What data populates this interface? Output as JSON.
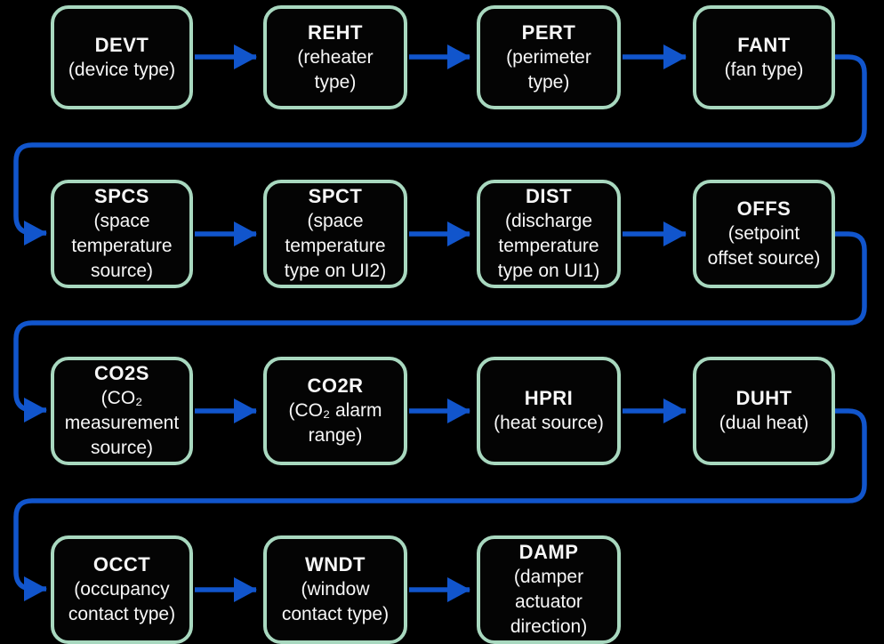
{
  "diagram": {
    "title": "parameter configuration sequence flowchart",
    "background_color": "#000000",
    "box": {
      "border_color": "#a8d8bf",
      "fill_color": "#040404",
      "text_color": "#f7f7f7"
    },
    "arrow_color": "#1155cc",
    "rows": [
      {
        "boxes": [
          {
            "code": "DEVT",
            "desc": "(device type)"
          },
          {
            "code": "REHT",
            "desc": "(reheater type)"
          },
          {
            "code": "PERT",
            "desc": "(perimeter type)"
          },
          {
            "code": "FANT",
            "desc": "(fan type)"
          }
        ]
      },
      {
        "boxes": [
          {
            "code": "SPCS",
            "desc": "(space temperature source)"
          },
          {
            "code": "SPCT",
            "desc": "(space temperature type on UI2)"
          },
          {
            "code": "DIST",
            "desc": "(discharge temperature type on UI1)"
          },
          {
            "code": "OFFS",
            "desc": "(setpoint offset source)"
          }
        ]
      },
      {
        "boxes": [
          {
            "code": "CO2S",
            "desc": "(CO₂ measurement source)"
          },
          {
            "code": "CO2R",
            "desc": "(CO₂ alarm range)"
          },
          {
            "code": "HPRI",
            "desc": "(heat source)"
          },
          {
            "code": "DUHT",
            "desc": "(dual heat)"
          }
        ]
      },
      {
        "boxes": [
          {
            "code": "OCCT",
            "desc": "(occupancy contact type)"
          },
          {
            "code": "WNDT",
            "desc": "(window contact type)"
          },
          {
            "code": "DAMP",
            "desc": "(damper actuator direction)"
          }
        ]
      }
    ]
  }
}
